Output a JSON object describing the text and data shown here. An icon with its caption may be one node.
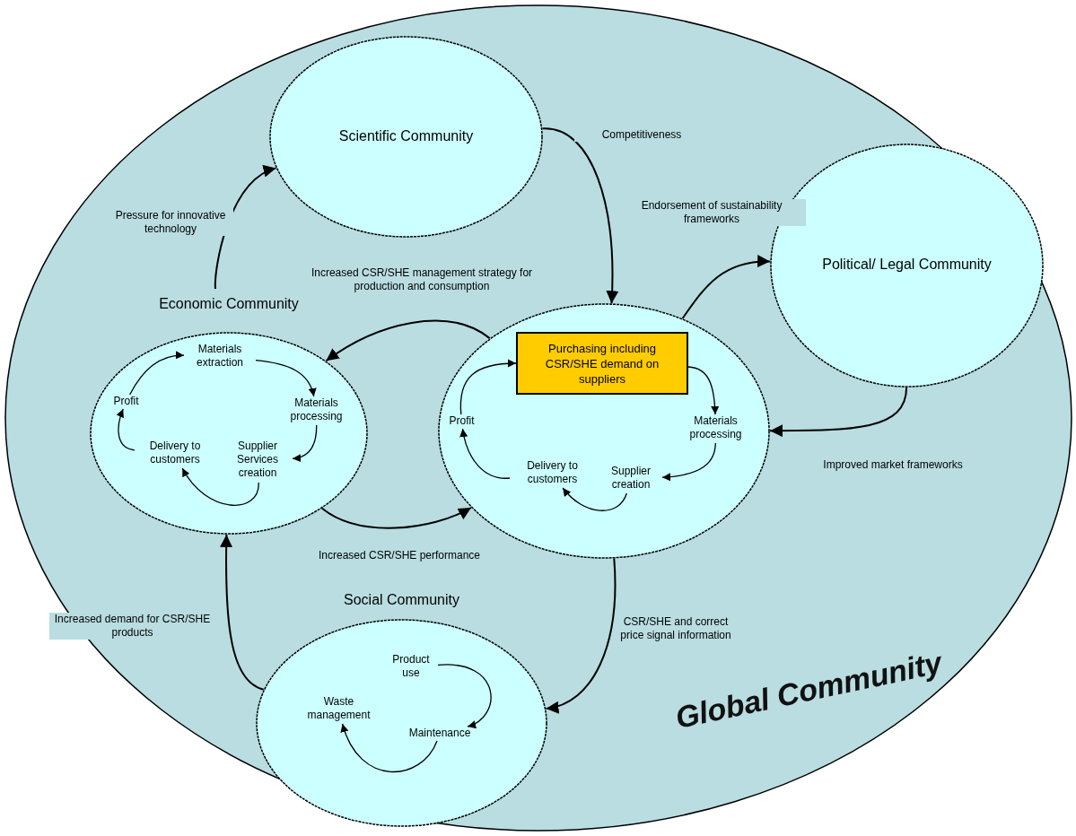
{
  "diagram": {
    "nodes": [
      {
        "text": [
          "Global Community"
        ]
      },
      {
        "text": [
          "Scientific Community"
        ],
        "in": 0
      },
      {
        "text": [
          "Political/ Legal Community"
        ],
        "in": 0
      },
      {
        "text": [
          "Economic Community"
        ],
        "in": 0
      },
      {
        "text": [
          "Materials extraction"
        ],
        "in": 3
      },
      {
        "text": [
          "Materials processing"
        ],
        "in": 3
      },
      {
        "text": [
          "Supplier Services creation"
        ],
        "in": 3
      },
      {
        "text": [
          "Delivery to customers"
        ],
        "in": 3
      },
      {
        "text": [
          "Profit"
        ],
        "in": 3
      },
      {
        "text": [],
        "shape": "circle",
        "in": 0
      },
      {
        "text": [
          "Purchasing including CSR/SHE demand on suppliers"
        ],
        "in": 9
      },
      {
        "text": [
          "Materials processing"
        ],
        "in": 9
      },
      {
        "text": [
          "Supplier creation"
        ],
        "in": 9
      },
      {
        "text": [
          "Delivery to customers"
        ],
        "in": 9
      },
      {
        "text": [
          "Profit"
        ],
        "in": 9
      },
      {
        "text": [
          "Social Community"
        ],
        "in": 0
      },
      {
        "text": [
          "Product use"
        ],
        "in": 15
      },
      {
        "text": [
          "Maintenance"
        ],
        "in": 15
      },
      {
        "text": [
          "Waste management"
        ],
        "in": 15
      }
    ],
    "edges": [
      {
        "from": 3,
        "to": 1,
        "arrow": "to",
        "label": "Pressure for innovative technology"
      },
      {
        "from": 1,
        "to": 9,
        "arrow": "to",
        "label": "Competitiveness"
      },
      {
        "from": 9,
        "to": 2,
        "arrow": "to",
        "label": "Endorsement of sustainability frameworks"
      },
      {
        "from": 2,
        "to": 9,
        "arrow": "to",
        "label": "Improved market frameworks"
      },
      {
        "from": 9,
        "to": 3,
        "arrow": "to",
        "label": "Increased CSR/SHE management strategy for production and consumption"
      },
      {
        "from": 3,
        "to": 9,
        "arrow": "to",
        "label": "Increased CSR/SHE performance"
      },
      {
        "from": 9,
        "to": 15,
        "arrow": "to",
        "label": "CSR/SHE and correct price signal information"
      },
      {
        "from": 15,
        "to": 3,
        "arrow": "to",
        "label": "Increased demand for CSR/SHE products"
      },
      {
        "from": 8,
        "to": 4,
        "arrow": "to"
      },
      {
        "from": 4,
        "to": 5,
        "arrow": "to"
      },
      {
        "from": 5,
        "to": 6,
        "arrow": "to"
      },
      {
        "from": 6,
        "to": 7,
        "arrow": "to"
      },
      {
        "from": 7,
        "to": 8,
        "arrow": "to"
      },
      {
        "from": 10,
        "to": 11,
        "arrow": "to"
      },
      {
        "from": 11,
        "to": 12,
        "arrow": "to"
      },
      {
        "from": 12,
        "to": 13,
        "arrow": "to"
      },
      {
        "from": 13,
        "to": 14,
        "arrow": "to"
      },
      {
        "from": 14,
        "to": 10,
        "arrow": "to"
      },
      {
        "from": 16,
        "to": 17,
        "arrow": "to"
      },
      {
        "from": 17,
        "to": 18,
        "arrow": "to"
      }
    ]
  }
}
